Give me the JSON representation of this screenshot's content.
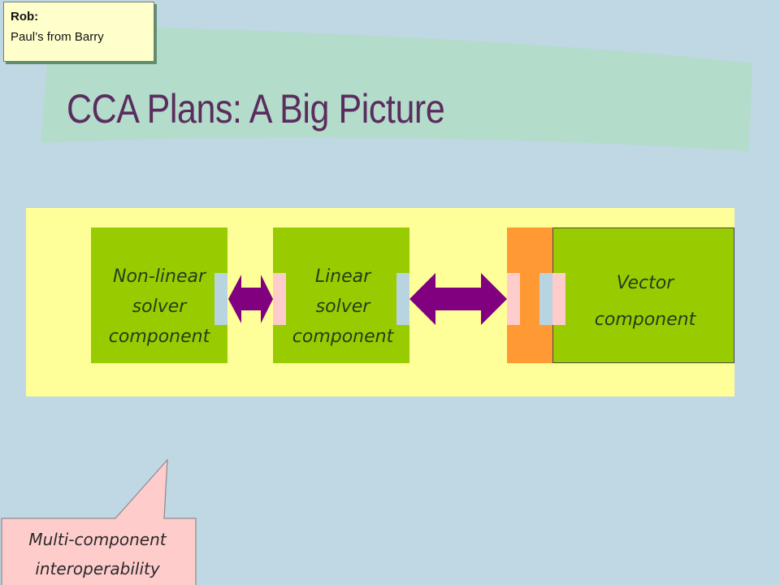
{
  "note": {
    "author": "Rob:",
    "text": "Paul’s from Barry"
  },
  "slide": {
    "title": "CCA Plans: A Big Picture"
  },
  "diagram": {
    "components": [
      {
        "lines": [
          "Non-linear",
          "solver",
          "component"
        ]
      },
      {
        "lines": [
          "Linear",
          "solver",
          "component"
        ]
      },
      {
        "lines": [
          "Vector",
          "component"
        ]
      }
    ]
  },
  "callout": {
    "lines": [
      "Multi-component",
      "interoperability"
    ]
  },
  "colors": {
    "background": "#c0d7e4",
    "title": "#5b2d5e",
    "panel": "#ffff99",
    "component": "#99cc00",
    "accent_component": "#ff9933",
    "arrow": "#800080",
    "uses_port": "#b8d4e0",
    "provides_port": "#ffcccc",
    "callout": "#ffcccc",
    "note": "#ffffcc"
  }
}
